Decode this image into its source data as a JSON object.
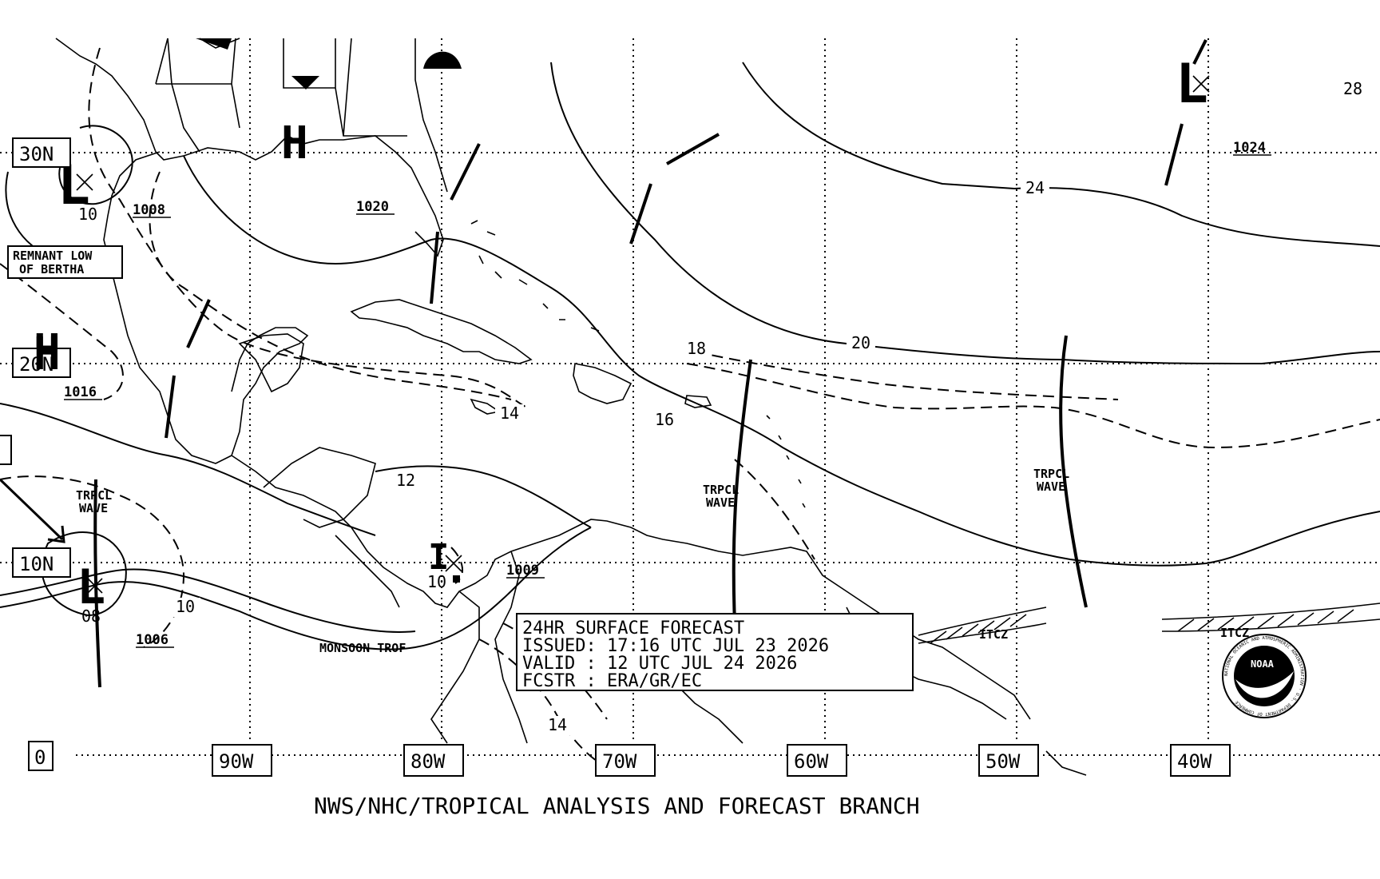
{
  "lat_labels": [
    "30N",
    "20N",
    "10N",
    "0"
  ],
  "lon_labels": [
    "90W",
    "80W",
    "70W",
    "60W",
    "50W",
    "40W"
  ],
  "pressure_centers": [
    {
      "type": "L",
      "value": "10"
    },
    {
      "type": "L",
      "value": "08"
    },
    {
      "type": "L",
      "value": "10"
    },
    {
      "type": "L",
      "value": ""
    },
    {
      "type": "H",
      "value": ""
    },
    {
      "type": "H",
      "value": ""
    }
  ],
  "isobar_labels": [
    "1008",
    "1020",
    "1016",
    "1006",
    "1009",
    "1024"
  ],
  "contour_labels": [
    "24",
    "20",
    "18",
    "16",
    "14",
    "12",
    "14",
    "10",
    "12",
    "28"
  ],
  "features": {
    "remnant_low": "REMNANT LOW\nOF BERTHA",
    "tropical_wave": "TRPCL\nWAVE",
    "monsoon_trough": "MONSOON TROF",
    "itcz": "ITCZ"
  },
  "forecast_box": {
    "line1": "24HR SURFACE FORECAST",
    "line2": "ISSUED: 17:16 UTC JUL 23 2026",
    "line3": "VALID : 12 UTC JUL 24 2026",
    "line4": "FCSTR : ERA/GR/EC"
  },
  "footer": "NWS/NHC/TROPICAL ANALYSIS AND FORECAST BRANCH",
  "logo": {
    "text": "NOAA",
    "ring": "NATIONAL OCEANIC AND ATMOSPHERIC ADMINISTRATION · U.S. DEPARTMENT OF COMMERCE"
  }
}
